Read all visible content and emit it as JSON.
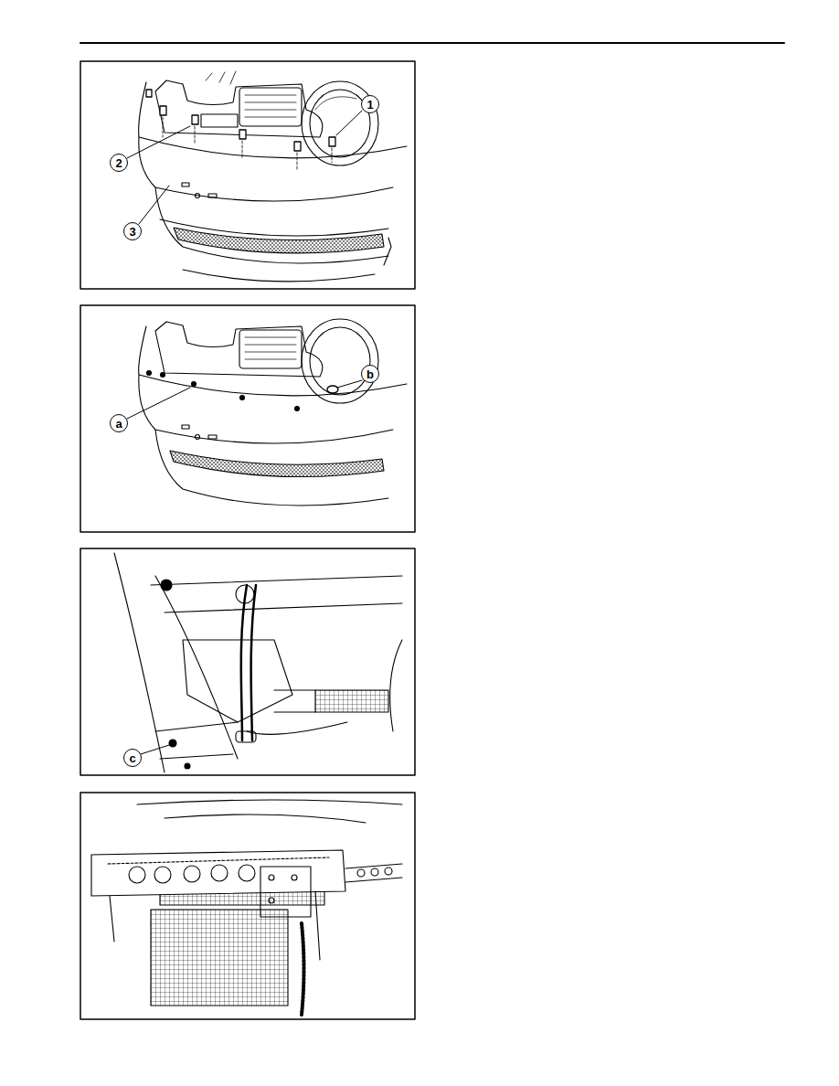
{
  "diagram": {
    "nodes": [
      {
        "text": [
          "1"
        ]
      },
      {
        "text": [
          "2"
        ]
      },
      {
        "text": [
          "3"
        ]
      },
      {
        "text": [
          "a"
        ]
      },
      {
        "text": [
          "b"
        ]
      },
      {
        "text": [
          "c"
        ]
      }
    ],
    "edges": []
  }
}
